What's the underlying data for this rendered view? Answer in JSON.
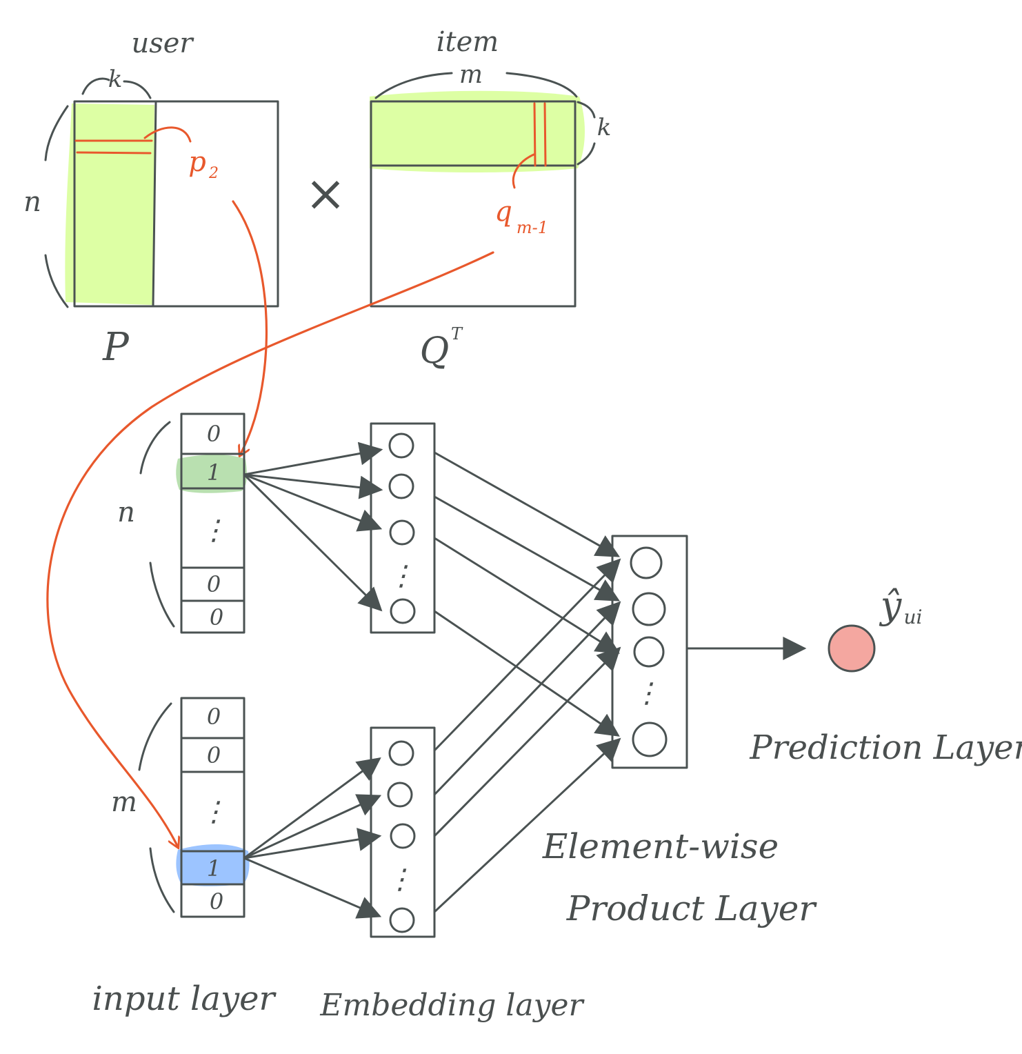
{
  "matrices": {
    "p_top_label": "user",
    "p_width_label": "k",
    "p_height_label": "n",
    "p_name": "P",
    "p_row_label": "p",
    "p_row_sub": "2",
    "times_symbol": "×",
    "q_top_label": "item",
    "q_width_label": "m",
    "q_height_label": "k",
    "q_name": "Q",
    "q_sup": "T",
    "q_col_label": "q",
    "q_col_sub": "m-1"
  },
  "user_input": {
    "size_label": "n",
    "cells": [
      "0",
      "1",
      "⋮",
      "0",
      "0"
    ]
  },
  "item_input": {
    "size_label": "m",
    "cells": [
      "0",
      "0",
      "⋮",
      "1",
      "0"
    ]
  },
  "embedding_dots": "⋮",
  "product_dots": "⋮",
  "prediction": {
    "output_symbol": "ŷ",
    "output_sub": "ui",
    "layer_label": "Prediction Layer"
  },
  "layer_labels": {
    "input": "input layer",
    "embedding": "Embedding layer",
    "product_line1": "Element-wise",
    "product_line2": "Product Layer"
  },
  "colors": {
    "ink": "#4a5252",
    "highlight_green": "#d9ff9a",
    "user_one_hot": "#b9e0b0",
    "item_one_hot": "#9cc4ff",
    "mapping_red": "#e8582c",
    "prediction_node": "#f4a7a0"
  }
}
